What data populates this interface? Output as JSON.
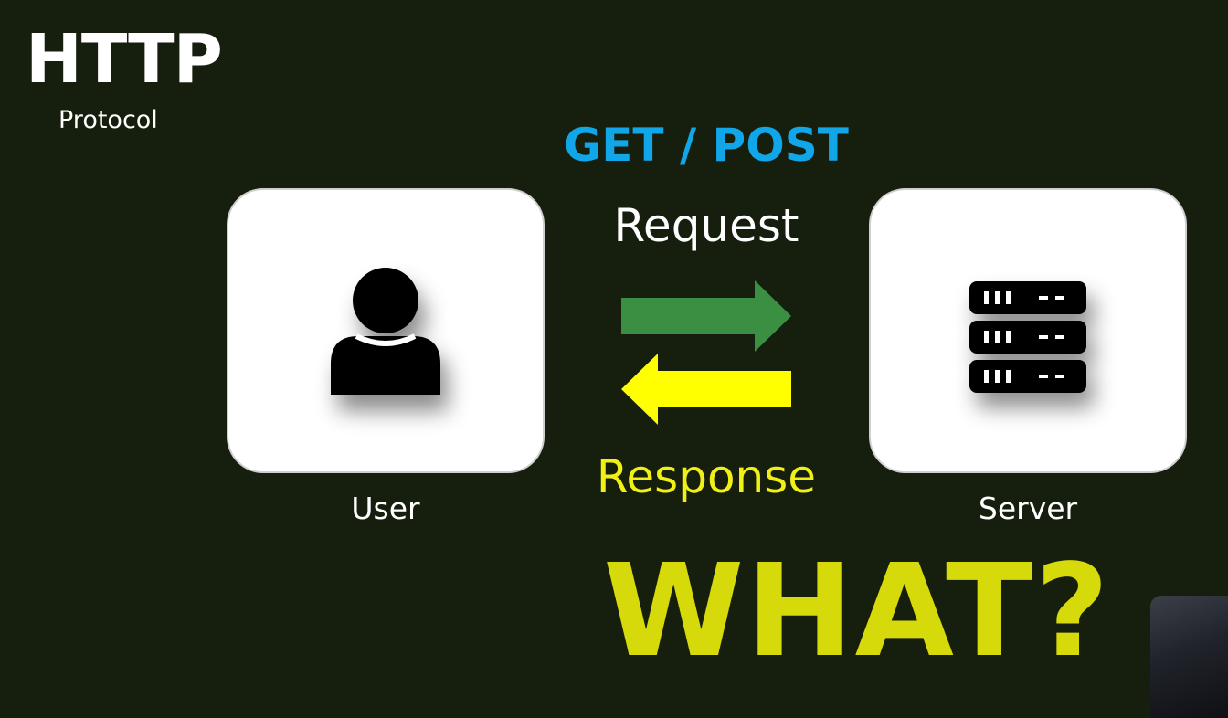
{
  "header": {
    "title": "HTTP",
    "subtitle": "Protocol"
  },
  "flow": {
    "methods": "GET / POST",
    "request_label": "Request",
    "response_label": "Response"
  },
  "nodes": {
    "user": {
      "label": "User",
      "icon": "user-icon"
    },
    "server": {
      "label": "Server",
      "icon": "server-icon"
    }
  },
  "question": "WHAT?",
  "colors": {
    "background": "#161f0d",
    "methods": "#10a6e8",
    "request_arrow": "#3a8f42",
    "response_arrow": "#ffff00",
    "response_text": "#f0f016",
    "question": "#d6d90a"
  }
}
